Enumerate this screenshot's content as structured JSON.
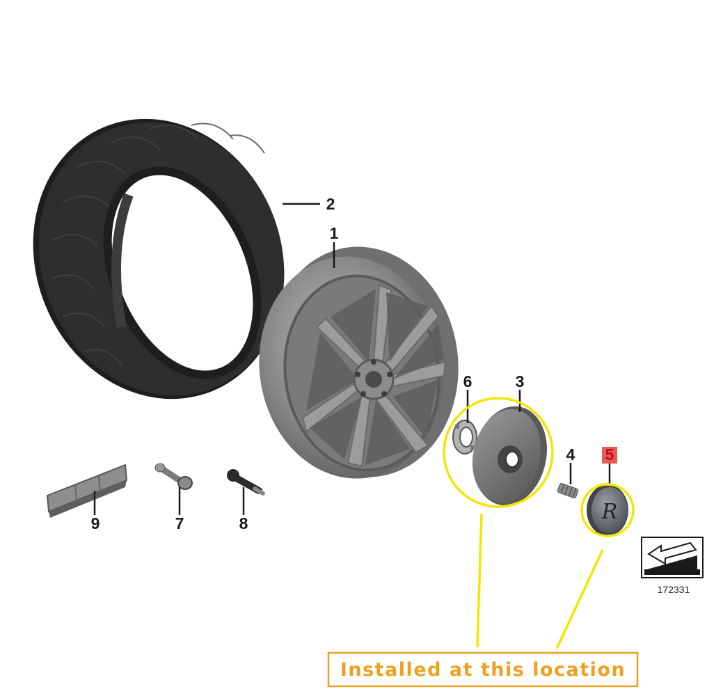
{
  "diagram": {
    "reference_number": "172331",
    "highlight_color": "#f5e600",
    "callout_color": "#f0a020",
    "label_highlight_color": "#e85a5a",
    "callout_text": "Installed at this location",
    "parts": [
      {
        "number": "1",
        "name": "wheel-rim"
      },
      {
        "number": "2",
        "name": "tire"
      },
      {
        "number": "3",
        "name": "hub-cover-disc"
      },
      {
        "number": "4",
        "name": "screw"
      },
      {
        "number": "5",
        "name": "center-cap",
        "highlighted": true
      },
      {
        "number": "6",
        "name": "retaining-ring"
      },
      {
        "number": "7",
        "name": "wheel-bolt"
      },
      {
        "number": "8",
        "name": "tire-valve"
      },
      {
        "number": "9",
        "name": "balance-weight"
      }
    ]
  }
}
